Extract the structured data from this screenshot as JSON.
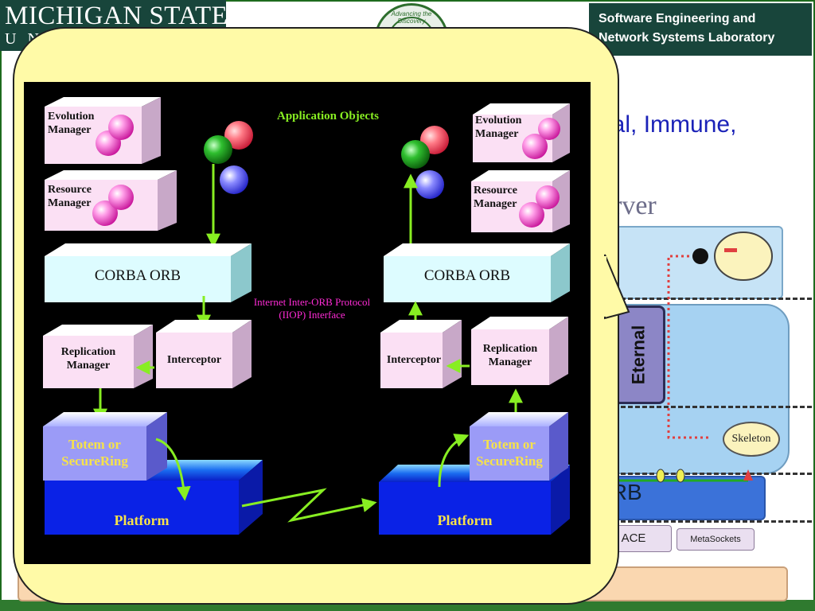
{
  "header": {
    "university_line1": "MICHIGAN STATE",
    "university_line2": "UNIVERSITY",
    "lab_line1": "Software Engineering and",
    "lab_line2": "Network Systems Laboratory",
    "seal_text": "Advancing the Discovery"
  },
  "slide": {
    "text_line": "nal, Immune,",
    "server_text": "rver"
  },
  "background_diagram": {
    "eternal_label": "Eternal",
    "skeleton_label": "Skeleton",
    "orb_label": "ORB",
    "ace_label": "ACE",
    "metasockets_label": "MetaSockets"
  },
  "diagram": {
    "title": "Application Objects",
    "iiop_label_line1": "Internet Inter-ORB Protocol",
    "iiop_label_line2": "(IIOP) Interface",
    "left": {
      "evolution_manager_line1": "Evolution",
      "evolution_manager_line2": "Manager",
      "resource_manager_line1": "Resource",
      "resource_manager_line2": "Manager",
      "corba_orb": "CORBA ORB",
      "replication_manager_line1": "Replication",
      "replication_manager_line2": "Manager",
      "interceptor": "Interceptor",
      "totem_line1": "Totem or",
      "totem_line2": "SecureRing",
      "platform": "Platform"
    },
    "right": {
      "evolution_manager_line1": "Evolution",
      "evolution_manager_line2": "Manager",
      "resource_manager_line1": "Resource",
      "resource_manager_line2": "Manager",
      "corba_orb": "CORBA ORB",
      "replication_manager_line1": "Replication",
      "replication_manager_line2": "Manager",
      "interceptor": "Interceptor",
      "totem_line1": "Totem or",
      "totem_line2": "SecureRing",
      "platform": "Platform"
    },
    "colors": {
      "arrow": "#88ee22",
      "box_cyan": "#ddfcff",
      "box_pink": "#fbe0f4",
      "totem": "#9b9bf7",
      "platform": "#0a22e6",
      "title_text": "#88ee22",
      "iiop_text": "#ff2bd6"
    }
  }
}
